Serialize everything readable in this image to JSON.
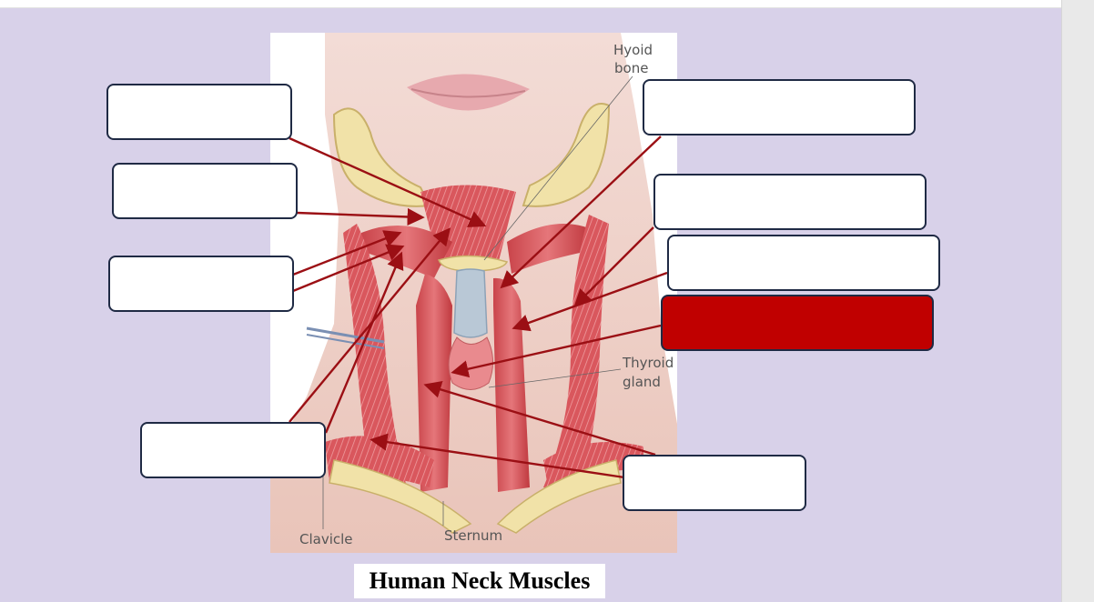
{
  "figure": {
    "caption": "Human Neck Muscles",
    "text_labels": {
      "hyoid_line1": "Hyoid",
      "hyoid_line2": "bone",
      "thyroid_line1": "Thyroid",
      "thyroid_line2": "gland",
      "clavicle": "Clavicle",
      "sternum": "Sternum"
    }
  },
  "answer_boxes": [
    {
      "id": "box-1",
      "value": ""
    },
    {
      "id": "box-2",
      "value": ""
    },
    {
      "id": "box-3",
      "value": ""
    },
    {
      "id": "box-4",
      "value": ""
    },
    {
      "id": "box-5",
      "value": ""
    },
    {
      "id": "box-6",
      "value": ""
    },
    {
      "id": "box-7",
      "value": ""
    },
    {
      "id": "box-8",
      "value": ""
    },
    {
      "id": "box-9",
      "value": ""
    }
  ],
  "colors": {
    "background": "#d8d1e9",
    "arrow": "#9b0f14",
    "box_border": "#1f2a44",
    "active_box": "#c00000"
  }
}
